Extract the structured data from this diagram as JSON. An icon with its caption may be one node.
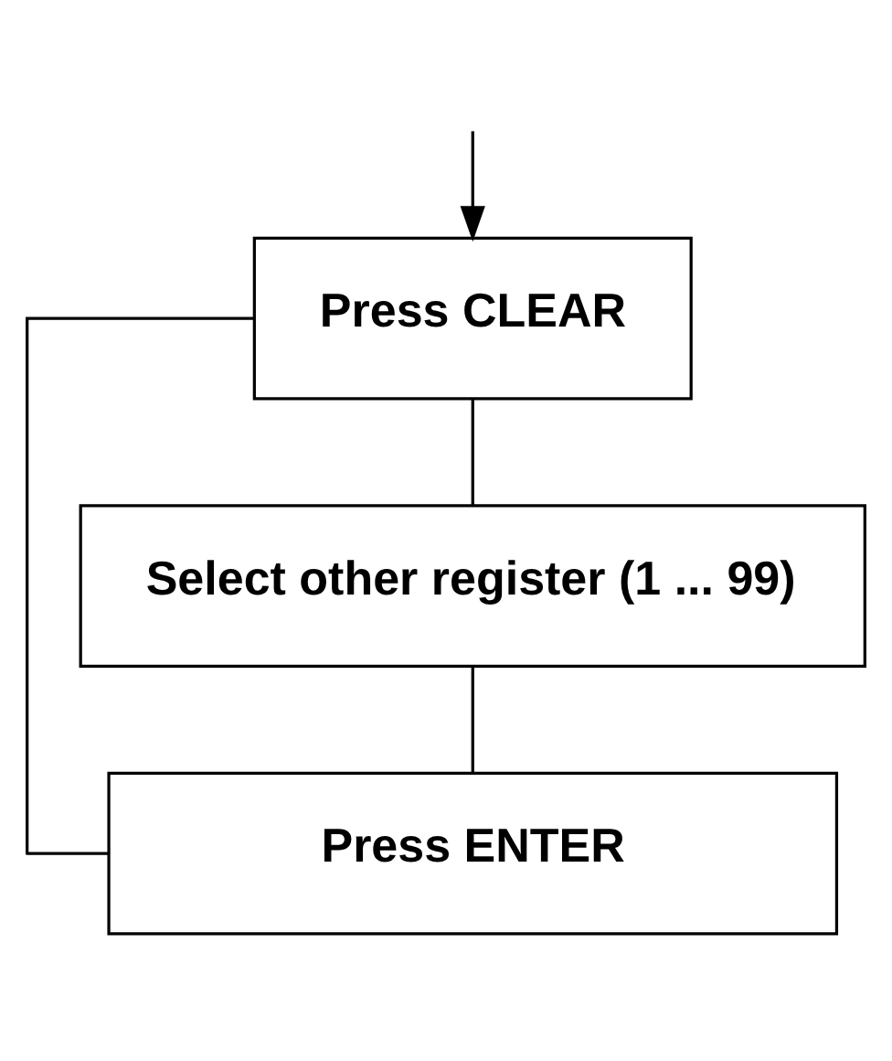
{
  "diagram": {
    "nodes": [
      {
        "text": [
          "Press CLEAR"
        ]
      },
      {
        "text": [
          "Select other register (1 ... 99)"
        ]
      },
      {
        "text": [
          "Press ENTER"
        ]
      }
    ],
    "edges": [
      {
        "from": null,
        "to": 0,
        "arrow": "to"
      },
      {
        "from": 0,
        "to": 1,
        "arrow": "none"
      },
      {
        "from": 1,
        "to": 2,
        "arrow": "none"
      },
      {
        "from": 0,
        "to": 2,
        "arrow": "none"
      }
    ]
  }
}
